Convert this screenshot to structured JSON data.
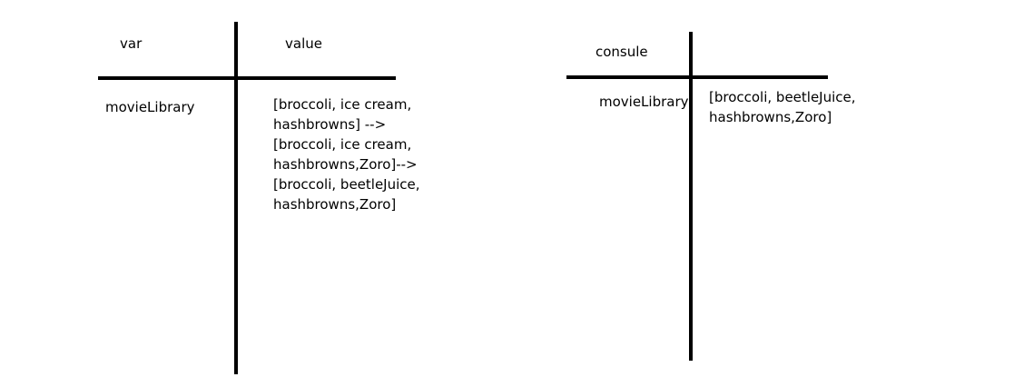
{
  "left_table": {
    "header_var": "var",
    "header_value": "value",
    "row_var": "movieLibrary",
    "row_value_lines": [
      "[broccoli, ice cream,",
      "hashbrowns] -->",
      "[broccoli, ice cream,",
      "hashbrowns,Zoro]-->",
      "[broccoli, beetleJuice,",
      "hashbrowns,Zoro]"
    ]
  },
  "right_table": {
    "header": "consule",
    "row_var": "movieLibrary",
    "row_value_lines": [
      "[broccoli, beetleJuice,",
      "hashbrowns,Zoro]"
    ]
  }
}
